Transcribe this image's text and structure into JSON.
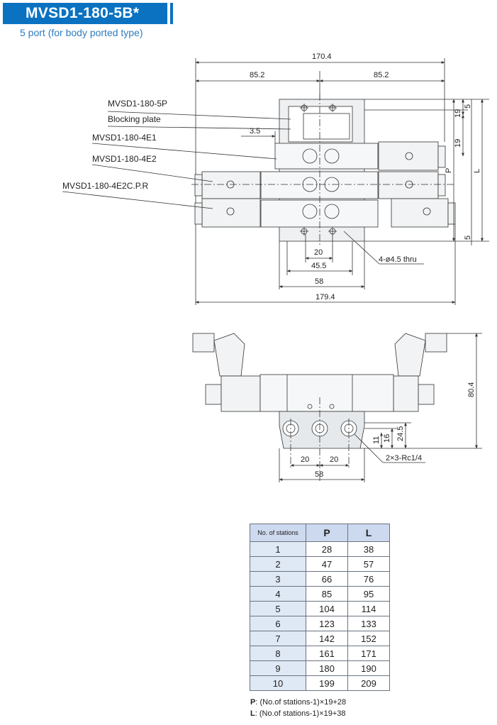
{
  "header": {
    "title": "MVSD1-180-5B*",
    "subtitle": "5 port (for body ported type)"
  },
  "top_view": {
    "callouts": [
      "MVSD1-180-5P",
      "Blocking plate",
      "MVSD1-180-4E1",
      "MVSD1-180-4E2",
      "MVSD1-180-4E2C.P.R"
    ],
    "dims": {
      "overall": "170.4",
      "half_left": "85.2",
      "half_right": "85.2",
      "offset": "3.5",
      "v1": "19",
      "v2": "19",
      "top5": "5",
      "bottom5": "5",
      "p": "P",
      "l": "L",
      "w20": "20",
      "w45": "45.5",
      "w58": "58",
      "total": "179.4",
      "hole_note": "4-ø4.5 thru"
    }
  },
  "front_view": {
    "dims": {
      "height": "80.4",
      "h24": "24.5",
      "h16": "16",
      "h11": "11",
      "p20a": "20",
      "p20b": "20",
      "w58": "58",
      "port_note": "2×3-Rc1/4"
    }
  },
  "table": {
    "headers": [
      "No. of stations",
      "P",
      "L"
    ],
    "rows": [
      [
        "1",
        "28",
        "38"
      ],
      [
        "2",
        "47",
        "57"
      ],
      [
        "3",
        "66",
        "76"
      ],
      [
        "4",
        "85",
        "95"
      ],
      [
        "5",
        "104",
        "114"
      ],
      [
        "6",
        "123",
        "133"
      ],
      [
        "7",
        "142",
        "152"
      ],
      [
        "8",
        "161",
        "171"
      ],
      [
        "9",
        "180",
        "190"
      ],
      [
        "10",
        "199",
        "209"
      ]
    ]
  },
  "formulas": [
    {
      "key": "P",
      "text": ": (No.of stations-1)×19+28"
    },
    {
      "key": "L",
      "text": ": (No.of stations-1)×19+38"
    }
  ]
}
